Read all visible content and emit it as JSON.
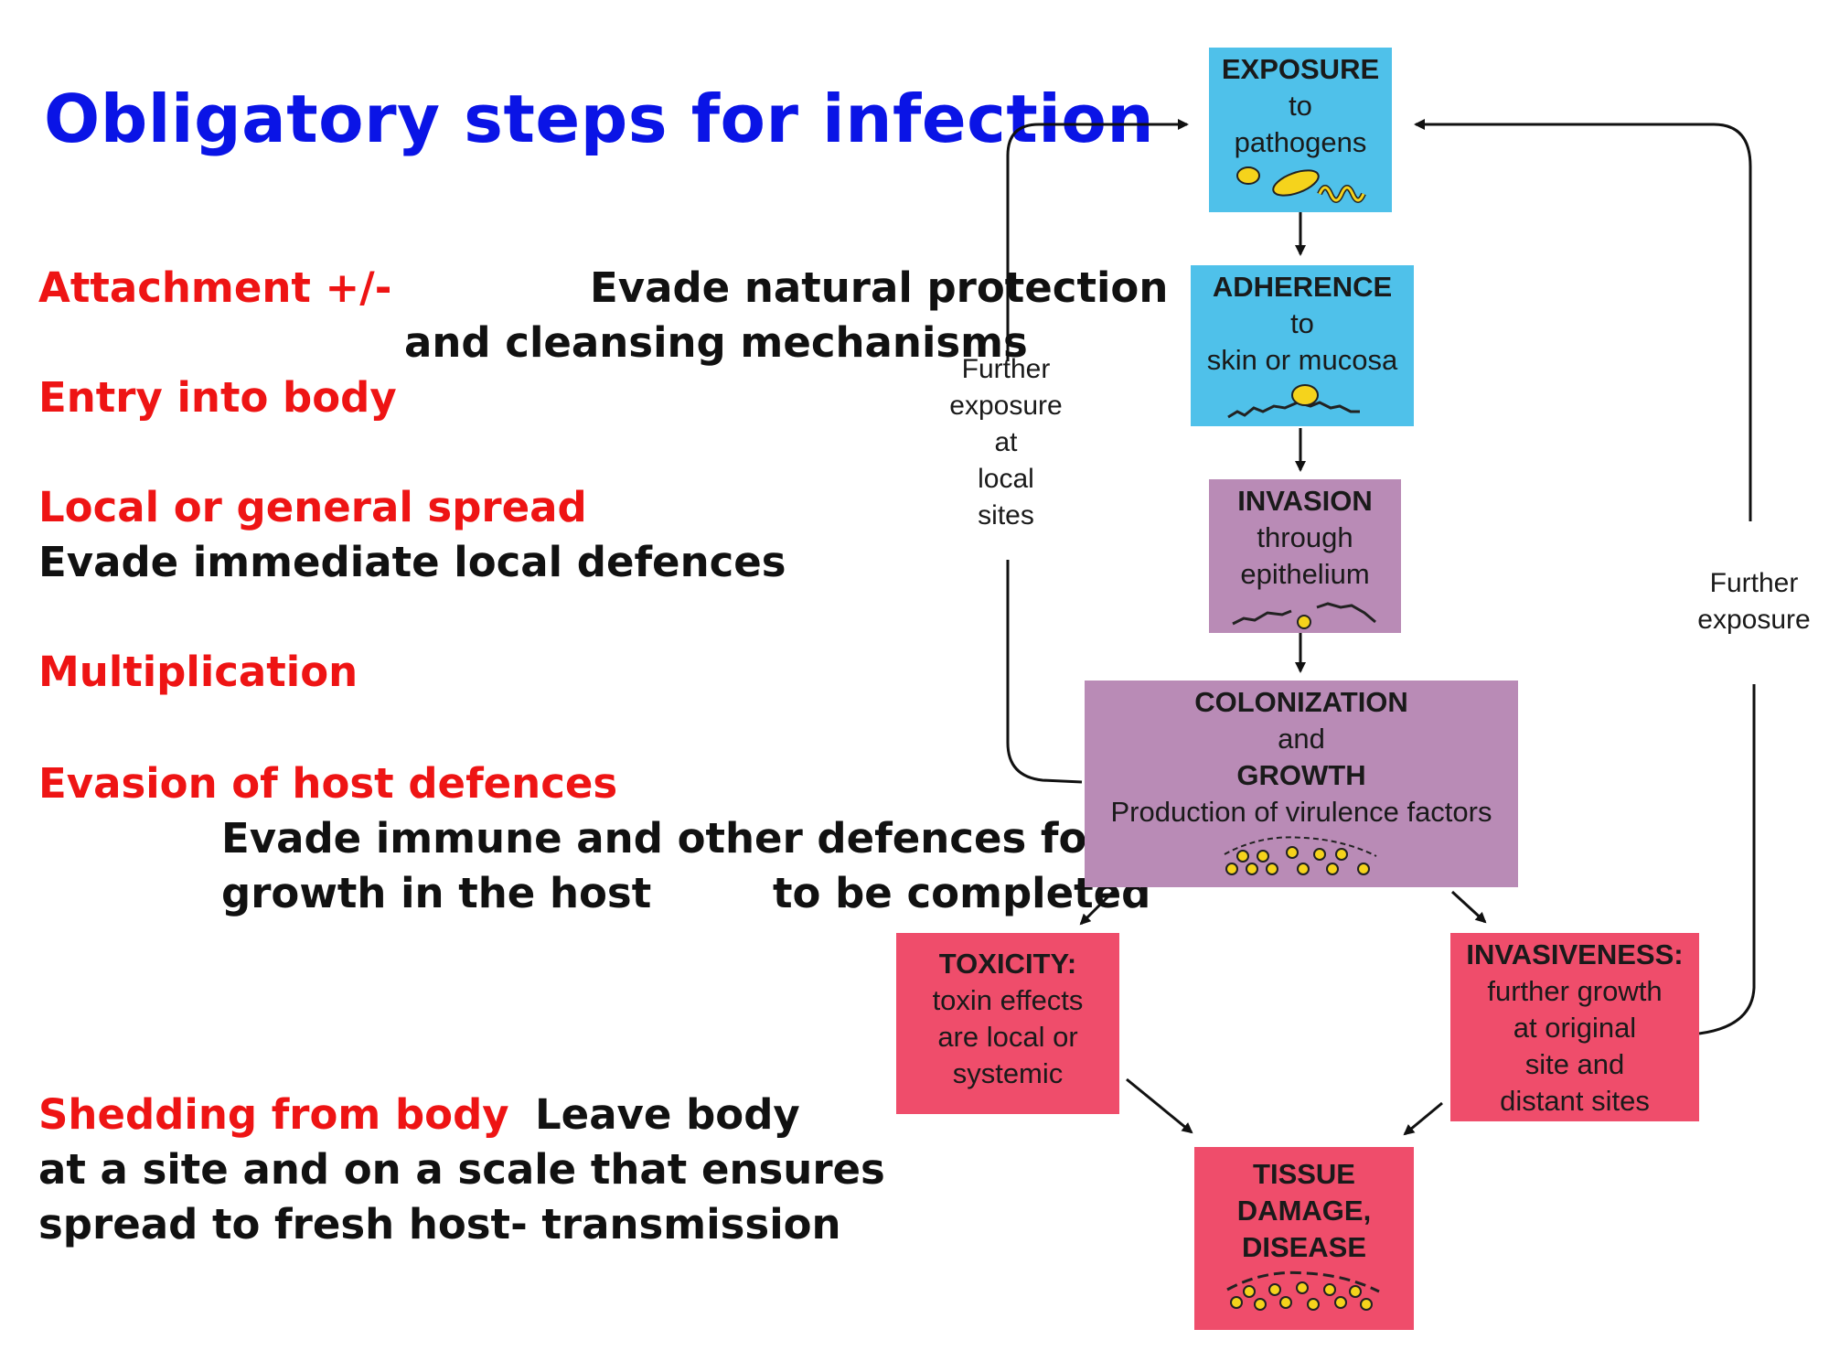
{
  "title": "Obligatory steps for infection",
  "steps": {
    "attachment": "Attachment +/-",
    "evade_natural_1": "Evade natural protection",
    "evade_natural_2": "and cleansing mechanisms",
    "entry": "Entry into body",
    "spread": "Local or general spread",
    "evade_local": "Evade immediate local defences",
    "multiplication": "Multiplication",
    "evasion": "Evasion of host defences",
    "evade_immune_1": "Evade immune and other defences for",
    "evade_immune_2a": "growth in the host",
    "evade_immune_2b": "to be completed",
    "shedding": "Shedding from body",
    "leave_1": "Leave body",
    "leave_2": "at a site and on a scale that ensures",
    "leave_3": "spread to fresh host- transmission"
  },
  "diagram": {
    "exposure": {
      "head": "EXPOSURE",
      "l1": "to",
      "l2": "pathogens"
    },
    "adherence": {
      "head": "ADHERENCE",
      "l1": "to",
      "l2": "skin or mucosa"
    },
    "invasion": {
      "head": "INVASION",
      "l1": "through",
      "l2": "epithelium"
    },
    "colonization": {
      "head": "COLONIZATION",
      "l1": "and",
      "head2": "GROWTH",
      "l2": "Production of virulence factors"
    },
    "toxicity": {
      "head": "TOXICITY:",
      "l1": "toxin effects",
      "l2": "are local or",
      "l3": "systemic"
    },
    "invasiveness": {
      "head": "INVASIVENESS:",
      "l1": "further growth",
      "l2": "at original",
      "l3": "site and",
      "l4": "distant sites"
    },
    "tissue": {
      "head1": "TISSUE",
      "head2": "DAMAGE,",
      "head3": "DISEASE"
    },
    "left_loop": {
      "l1": "Further",
      "l2": "exposure",
      "l3": "at",
      "l4": "local",
      "l5": "sites"
    },
    "right_loop": {
      "l1": "Further",
      "l2": "exposure"
    }
  },
  "colors": {
    "title": "#0a14e6",
    "step_red": "#ee1414",
    "box_blue": "#4fc1ea",
    "box_purple": "#b98bb6",
    "box_pink": "#ef4d6b",
    "microbe_yellow": "#f5d31c"
  }
}
